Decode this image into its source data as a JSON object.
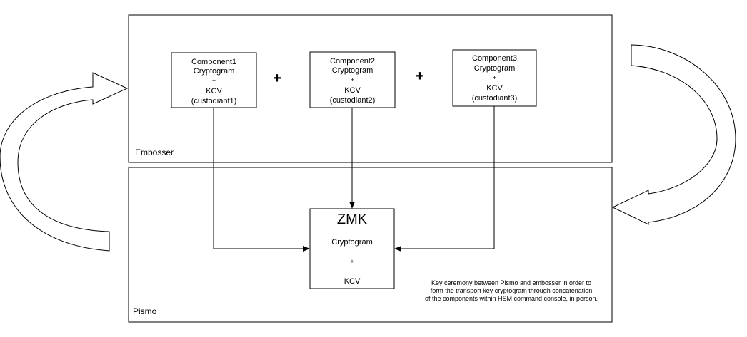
{
  "panels": {
    "embosser": {
      "label": "Embosser"
    },
    "pismo": {
      "label": "Pismo"
    }
  },
  "components": [
    {
      "lines": [
        "Component1",
        "Cryptogram",
        "+",
        "KCV",
        "(custodiant1)"
      ]
    },
    {
      "lines": [
        "Component2",
        "Cryptogram",
        "+",
        "KCV",
        "(custodiant2)"
      ]
    },
    {
      "lines": [
        "Component3",
        "Cryptogram",
        "+",
        "KCV",
        "(custodiant3)"
      ]
    }
  ],
  "operators": {
    "plus1": "+",
    "plus2": "+"
  },
  "zmk": {
    "title": "ZMK",
    "cryptogram": "Cryptogram",
    "plus": "+",
    "kcv": "KCV"
  },
  "note": {
    "lines": [
      "Key ceremony between Pismo and embosser in order to",
      "form the transport key cryptogram through concatenation",
      "of the components within HSM command console, in person."
    ]
  }
}
